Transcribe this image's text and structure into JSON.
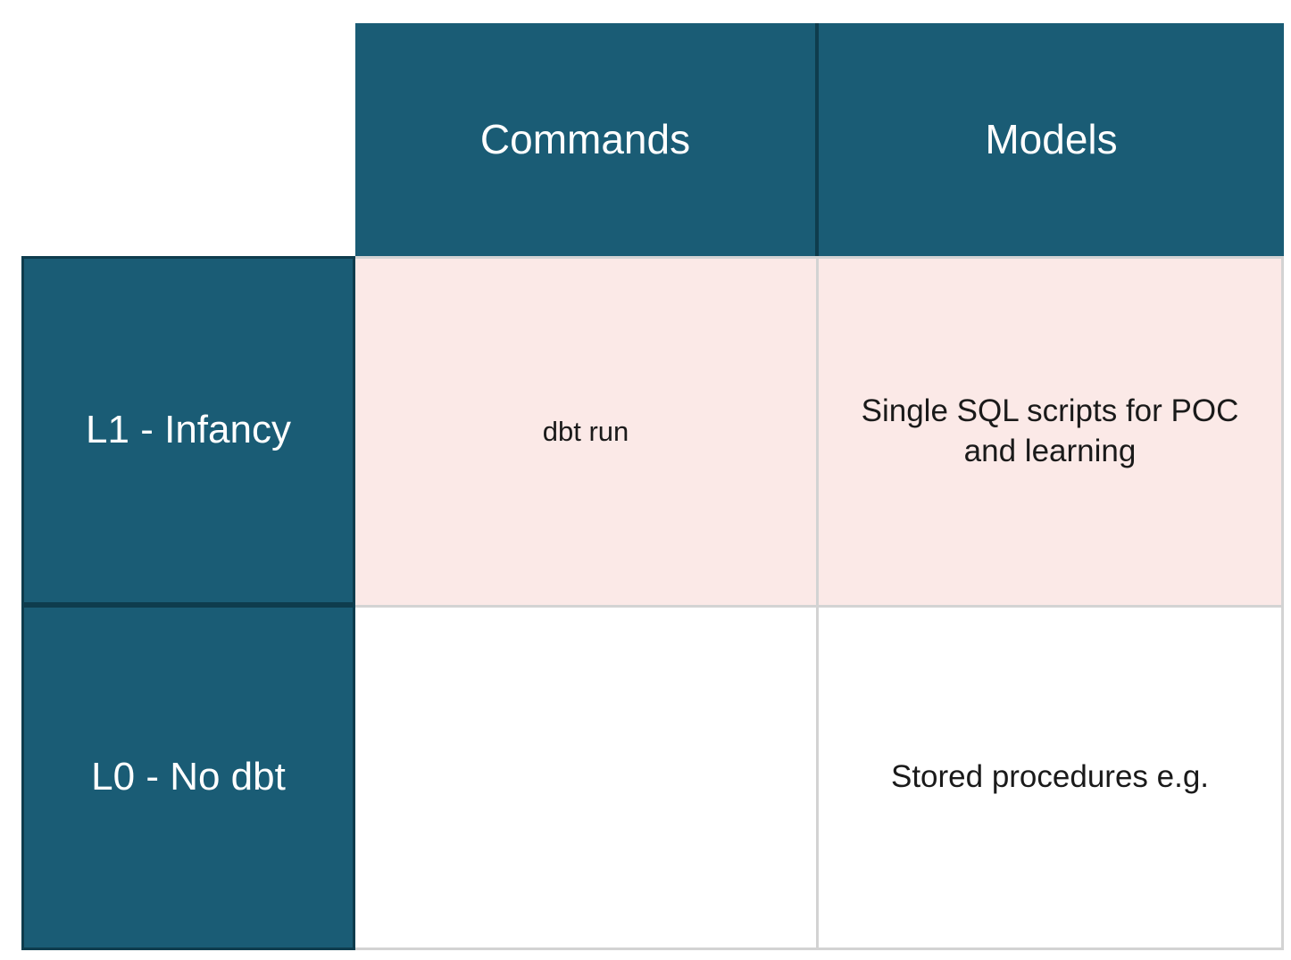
{
  "matrix": {
    "corner_cell": "",
    "column_headers": [
      {
        "label": "Commands",
        "name": "commands"
      },
      {
        "label": "Models",
        "name": "models"
      }
    ],
    "row_headers": [
      {
        "label": "L1 - Infancy",
        "name": "l1-infancy"
      },
      {
        "label": "L0 - No dbt",
        "name": "l0-no-dbt"
      }
    ],
    "rows": [
      {
        "row_label": "L1 - Infancy",
        "highlighted": true,
        "cells": [
          {
            "column": "Commands",
            "text": "dbt run"
          },
          {
            "column": "Models",
            "text": "Single SQL scripts for POC and learning"
          }
        ]
      },
      {
        "row_label": "L0 - No dbt",
        "highlighted": false,
        "cells": [
          {
            "column": "Commands",
            "text": ""
          },
          {
            "column": "Models",
            "text": "Stored procedures e.g."
          }
        ]
      }
    ]
  },
  "colors": {
    "header_teal": "#1A5C75",
    "header_border": "#0E3C4D",
    "highlight_pink": "#FBE9E7",
    "cell_border": "#D3D3D3",
    "header_text": "#FFFFFF",
    "body_text": "#1A1A1A",
    "page_background": "#FFFFFF"
  }
}
